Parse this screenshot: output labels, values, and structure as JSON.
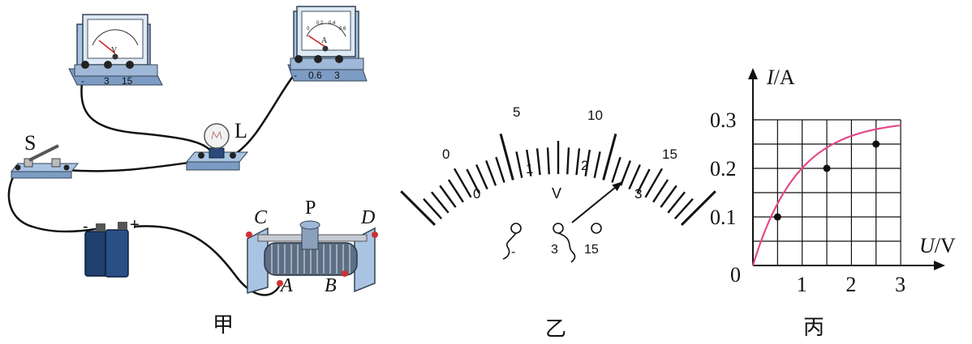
{
  "panel_jia": {
    "caption": "甲",
    "voltmeter": {
      "symbol": "V",
      "terminals": [
        "-",
        "3",
        "15"
      ]
    },
    "ammeter": {
      "symbol": "A",
      "terminals": [
        "-",
        "0.6",
        "3"
      ],
      "face_ticks": [
        "0",
        "0.2",
        "0.4",
        "0.6"
      ]
    },
    "switch_label": "S",
    "lamp_label": "L",
    "battery": {
      "neg": "-",
      "pos": "+"
    },
    "rheostat": {
      "C": "C",
      "D": "D",
      "A": "A",
      "B": "B",
      "P": "P"
    }
  },
  "panel_yi": {
    "caption": "乙",
    "outer_scale": [
      "0",
      "5",
      "10",
      "15"
    ],
    "inner_scale": [
      "0",
      "1",
      "2",
      "3"
    ],
    "unit": "V",
    "terminals": [
      "-",
      "3",
      "15"
    ],
    "pointer_reading_inner": 2.2
  },
  "panel_bing": {
    "caption": "丙",
    "ylabel_var": "I",
    "ylabel_unit": "/A",
    "xlabel_var": "U",
    "xlabel_unit": "/V",
    "origin": "0",
    "x_ticks": [
      "1",
      "2",
      "3"
    ],
    "y_ticks": [
      "0.1",
      "0.2",
      "0.3"
    ]
  },
  "chart_data": {
    "type": "line",
    "xlabel": "U/V",
    "ylabel": "I/A",
    "xlim": [
      0,
      3
    ],
    "ylim": [
      0,
      0.3
    ],
    "grid": true,
    "points": [
      {
        "x": 0.5,
        "y": 0.1
      },
      {
        "x": 1.5,
        "y": 0.2
      },
      {
        "x": 2.5,
        "y": 0.25
      }
    ],
    "curve_color": "#e24a8a"
  }
}
